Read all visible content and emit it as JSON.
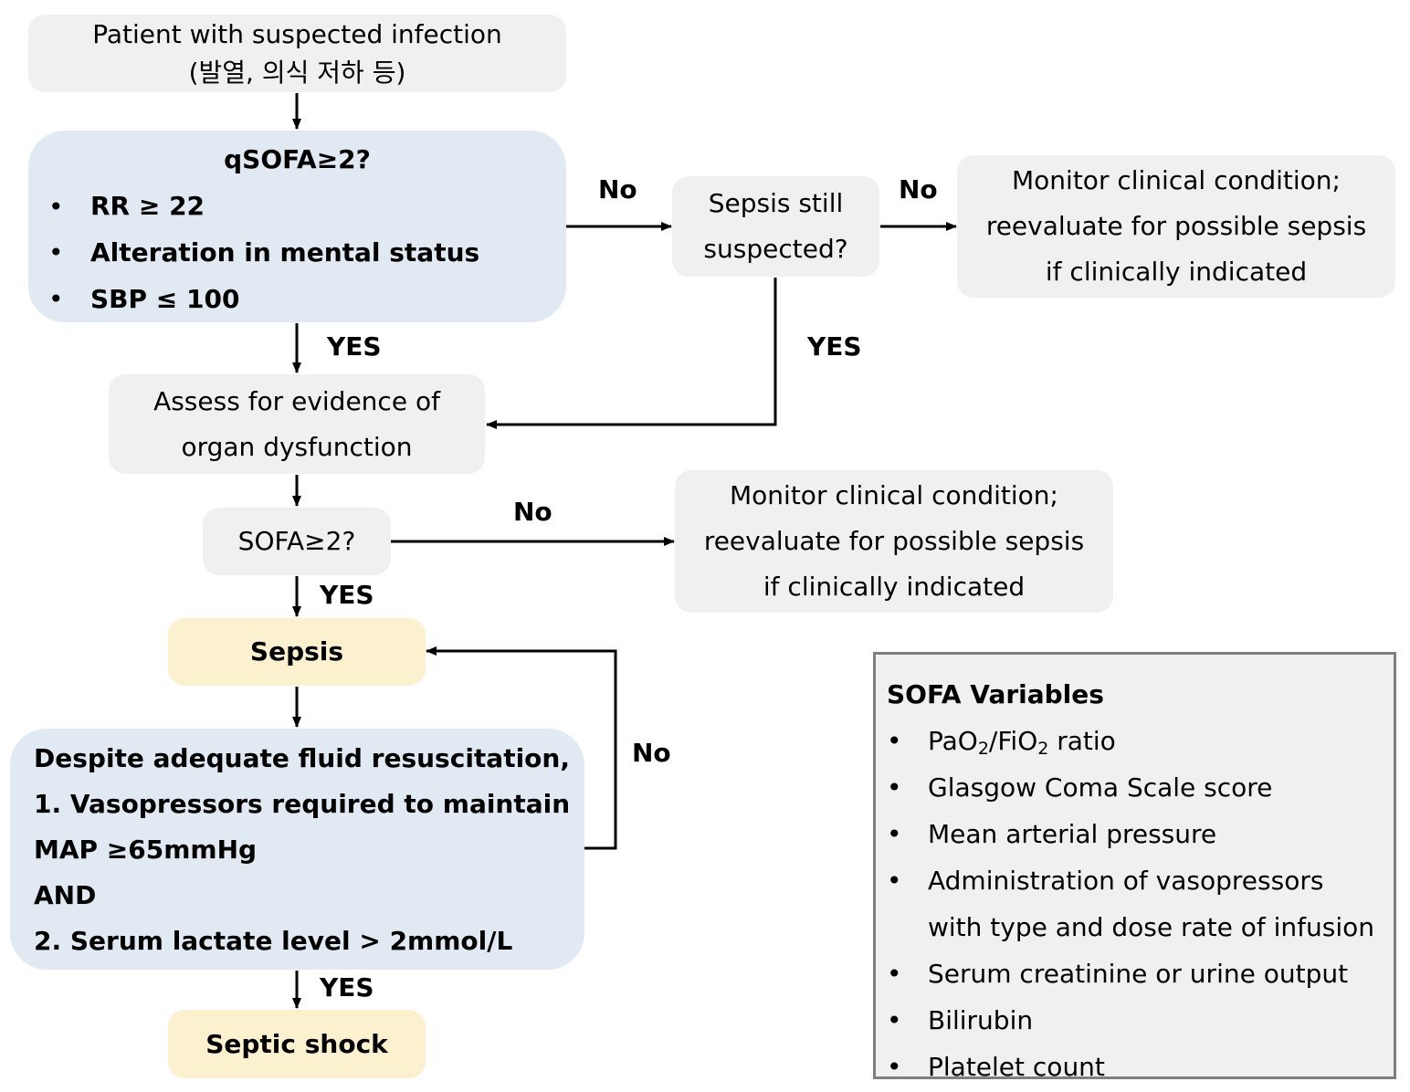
{
  "nodes": {
    "start": [
      "Patient with suspected infection",
      "(발열, 의식 저하 등)"
    ],
    "qsofa": {
      "title": "qSOFA≥2?",
      "items": [
        "RR ≥ 22",
        "Alteration in mental status",
        "SBP ≤ 100"
      ]
    },
    "sepsis_suspected": [
      "Sepsis still",
      "suspected?"
    ],
    "monitor_1": [
      "Monitor clinical condition;",
      "reevaluate for possible sepsis",
      "if clinically indicated"
    ],
    "assess": [
      "Assess for evidence of",
      "organ dysfunction"
    ],
    "sofa": "SOFA≥2?",
    "monitor_2": [
      "Monitor clinical condition;",
      "reevaluate for possible sepsis",
      "if clinically indicated"
    ],
    "sepsis": "Sepsis",
    "shock_criteria": [
      "Despite adequate fluid resuscitation,",
      "1. Vasopressors required to maintain",
      "MAP ≥65mmHg",
      "AND",
      "2. Serum lactate level > 2mmol/L"
    ],
    "septic_shock": "Septic shock"
  },
  "edge_labels": {
    "qsofa_no": "No",
    "suspected_no": "No",
    "qsofa_yes": "YES",
    "suspected_yes": "YES",
    "sofa_no": "No",
    "sofa_yes": "YES",
    "shock_no": "No",
    "shock_yes": "YES"
  },
  "legend": {
    "title": "SOFA Variables",
    "items": {
      "pf_ratio": {
        "a": "PaO",
        "a_sub": "2",
        "b": "/FiO",
        "b_sub": "2",
        "c": " ratio"
      },
      "gcs": "Glasgow Coma Scale score",
      "map": "Mean arterial pressure",
      "vaso": [
        "Administration of vasopressors",
        "with type and dose rate of infusion"
      ],
      "creat": "Serum creatinine or urine output",
      "bili": "Bilirubin",
      "plt": "Platelet count"
    }
  },
  "colors": {
    "gray_box": "#f0f0f0",
    "blue_box": "#e1e9f3",
    "yellow_box": "#fcf1cf",
    "legend_border": "#7f7f7f"
  }
}
